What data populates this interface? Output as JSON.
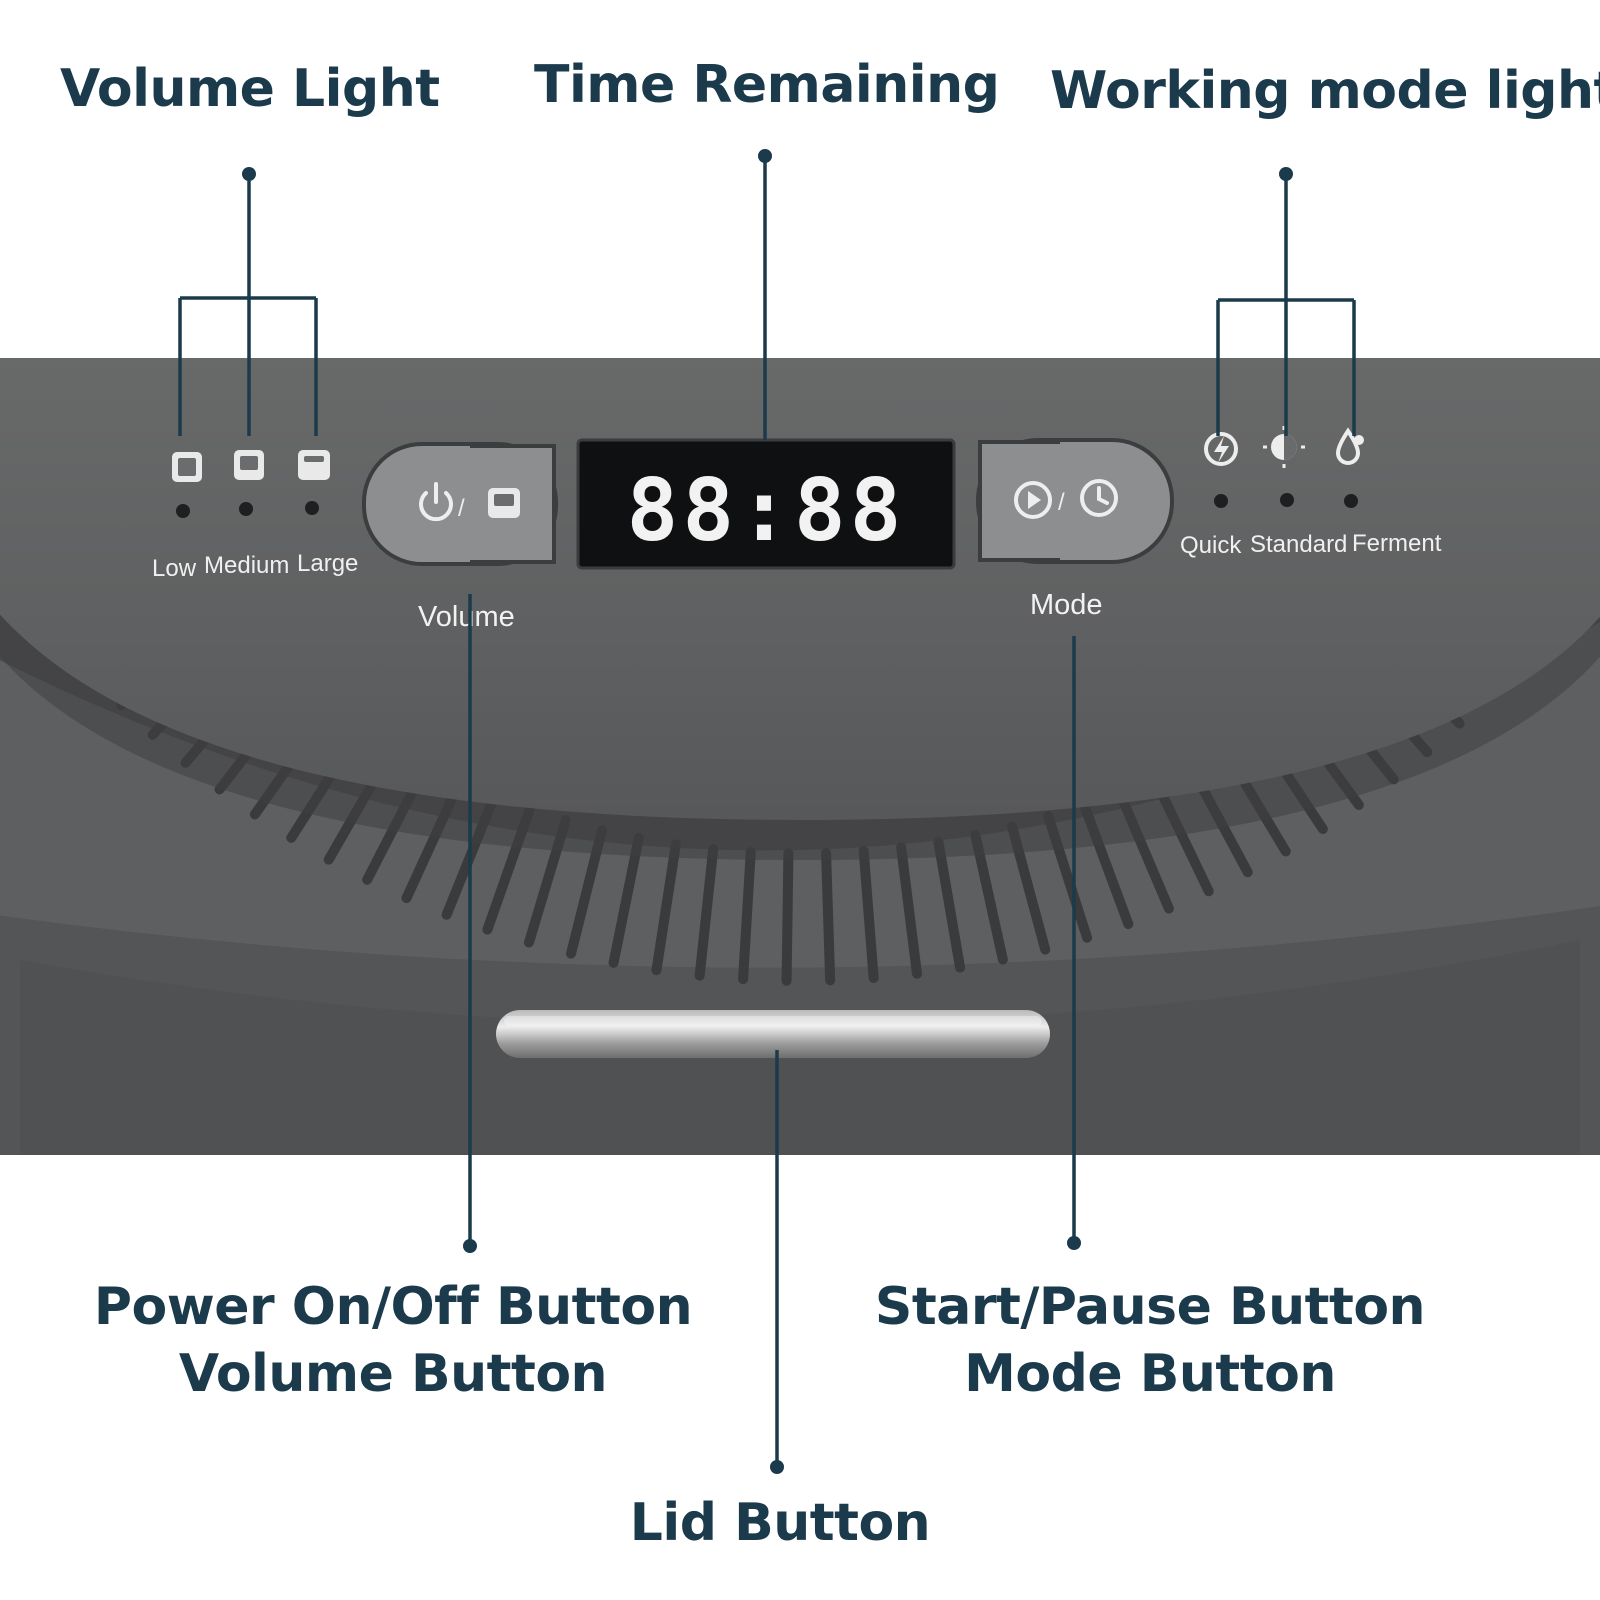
{
  "callouts": {
    "volume_light": "Volume Light",
    "time_remaining": "Time Remaining",
    "working_mode_light": "Working mode light",
    "power_volume_line1": "Power On/Off Button",
    "power_volume_line2": "Volume Button",
    "start_mode_line1": "Start/Pause Button",
    "start_mode_line2": "Mode Button",
    "lid_button": "Lid Button"
  },
  "panel": {
    "volume_levels": [
      "Low",
      "Medium",
      "Large"
    ],
    "volume_button_label": "Volume",
    "display": "88:88",
    "mode_button_label": "Mode",
    "modes": [
      "Quick",
      "Standard",
      "Ferment"
    ]
  },
  "icons": {
    "volume_button": [
      "power-icon",
      "volume-icon"
    ],
    "mode_button": [
      "play-icon",
      "timer-icon"
    ],
    "mode_lights": [
      "lightning-icon",
      "half-sun-icon",
      "water-drop-icon"
    ]
  },
  "colors": {
    "callout_text": "#1b3a4b",
    "leader_line": "#1b3a4b",
    "device_body": "#5b5c5d",
    "display_digits": "#f2f2f2"
  }
}
